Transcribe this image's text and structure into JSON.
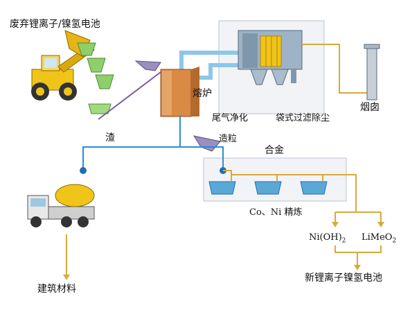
{
  "labels": {
    "feed": "废弃锂离子/镍氢电池",
    "furnace": "熔炉",
    "exhaust": "尾气净化",
    "bag_filter": "袋式过滤除尘",
    "chimney": "烟囱",
    "slag": "渣",
    "granulation": "造粒",
    "alloy": "合金",
    "refining": "Co、Ni 精炼",
    "product_ni": "Ni(OH)",
    "product_ni_sub": "2",
    "product_li": "LiMeO",
    "product_li_sub": "2",
    "new_battery": "新锂离子镍氢电池",
    "building": "建筑材料"
  },
  "colors": {
    "blue_pipe": "#2d8ccf",
    "gold_line": "#d8a93a",
    "gas_pipe": "#8ec6ea",
    "furnace": "#d98a45",
    "green_hopper": "#8fcf6b",
    "loader_yellow": "#f0c419",
    "crucible_blue": "#5aa8d6",
    "panel_bg": "#f1f3f6"
  },
  "icons": [
    "loader-icon",
    "hopper-icon",
    "furnace-icon",
    "baghouse-filter-icon",
    "chimney-icon",
    "crucible-icon",
    "cement-mixer-truck-icon"
  ]
}
